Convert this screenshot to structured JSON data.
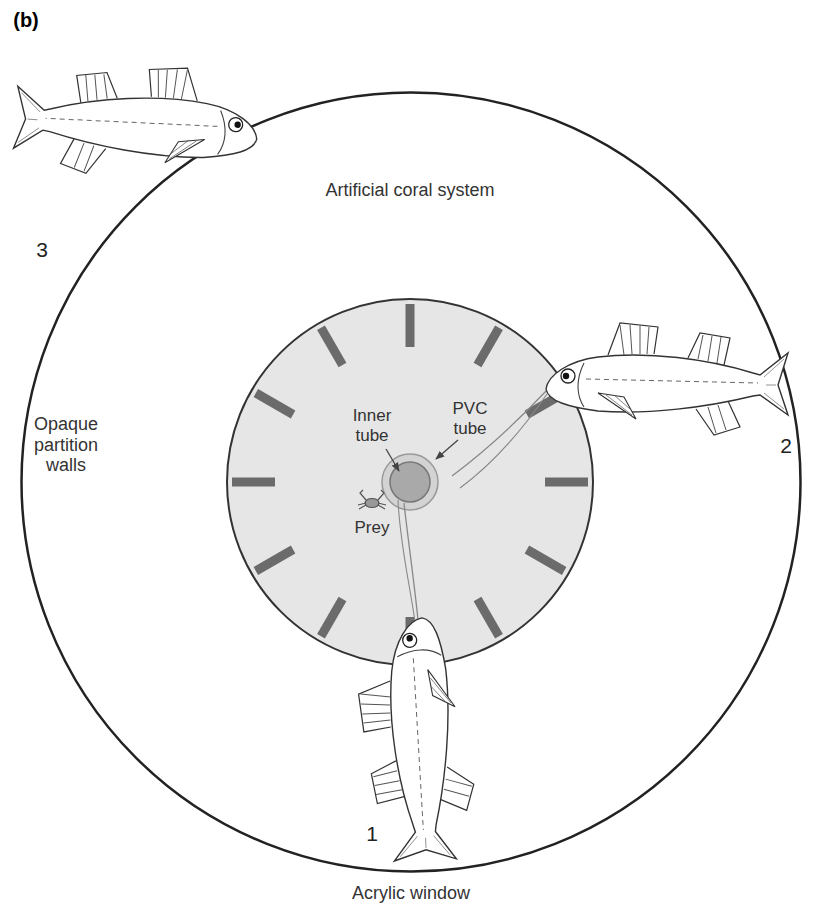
{
  "diagram": {
    "nodes": [
      {
        "text": [
          "Artificial coral system",
          "Opaque partition walls",
          "Acrylic window"
        ]
      },
      {
        "text": [
          "Inner tube",
          "PVC tube",
          "Prey"
        ],
        "in": 0
      }
    ],
    "labels": [
      "(b)",
      "1",
      "2",
      "3"
    ]
  }
}
